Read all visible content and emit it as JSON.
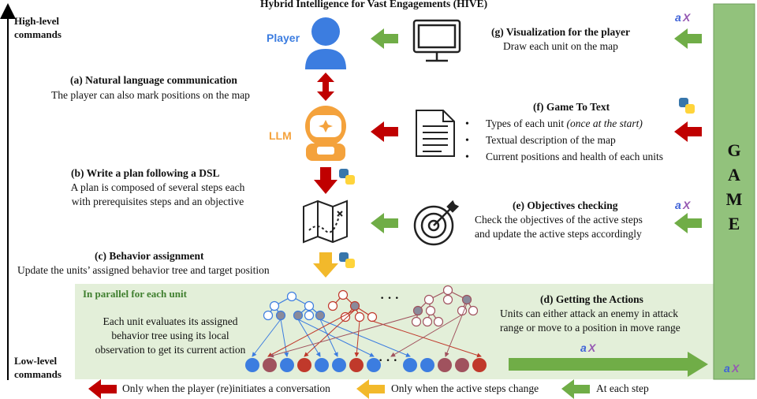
{
  "title": "Hybrid Intelligence for Vast Engagements (HIVE)",
  "side": {
    "high_level": "High-level\ncommands",
    "low_level": "Low-level\ncommands"
  },
  "roles": {
    "player": "Player",
    "llm": "LLM"
  },
  "game_letters": [
    "G",
    "A",
    "M",
    "E"
  ],
  "steps": {
    "a": {
      "title": "(a) Natural language communication",
      "text": "The player can also mark positions on the map"
    },
    "b": {
      "title": "(b) Write a plan following a DSL",
      "lines": [
        "A plan is composed of several steps each",
        "with prerequisites steps and an objective"
      ]
    },
    "c": {
      "title": "(c) Behavior assignment",
      "text": "Update the units’ assigned behavior tree and target position"
    },
    "d": {
      "title": "(d) Getting the Actions",
      "lines": [
        "Units can either attack an enemy in attack",
        "range or move to a position in move range"
      ]
    },
    "e": {
      "title": "(e) Objectives checking",
      "lines": [
        "Check the objectives of the active steps",
        "and update the active steps accordingly"
      ]
    },
    "f": {
      "title": "(f) Game To Text",
      "bullets": [
        "Types of each unit",
        "Textual description of the map",
        "Current positions and health of each units"
      ],
      "bullet0_note": "(once at the start)"
    },
    "g": {
      "title": "(g) Visualization for the player",
      "text": "Draw each unit on the map"
    }
  },
  "parallel": {
    "label": "In parallel for each unit",
    "text": [
      "Each unit evaluates its assigned",
      "behavior tree using its local",
      "observation to get its current action"
    ],
    "dots": "· · ·"
  },
  "legend": {
    "red": "Only when the player (re)initiates a conversation",
    "yellow": "Only when the active steps change",
    "green": "At each step"
  },
  "colors": {
    "red": "#c00000",
    "yellow": "#f2b92b",
    "green": "#70ad47",
    "blue": "#3c7de0",
    "orange": "#f4a23c",
    "game": "#92c27c",
    "parallel_bg": "#e3efd9"
  }
}
